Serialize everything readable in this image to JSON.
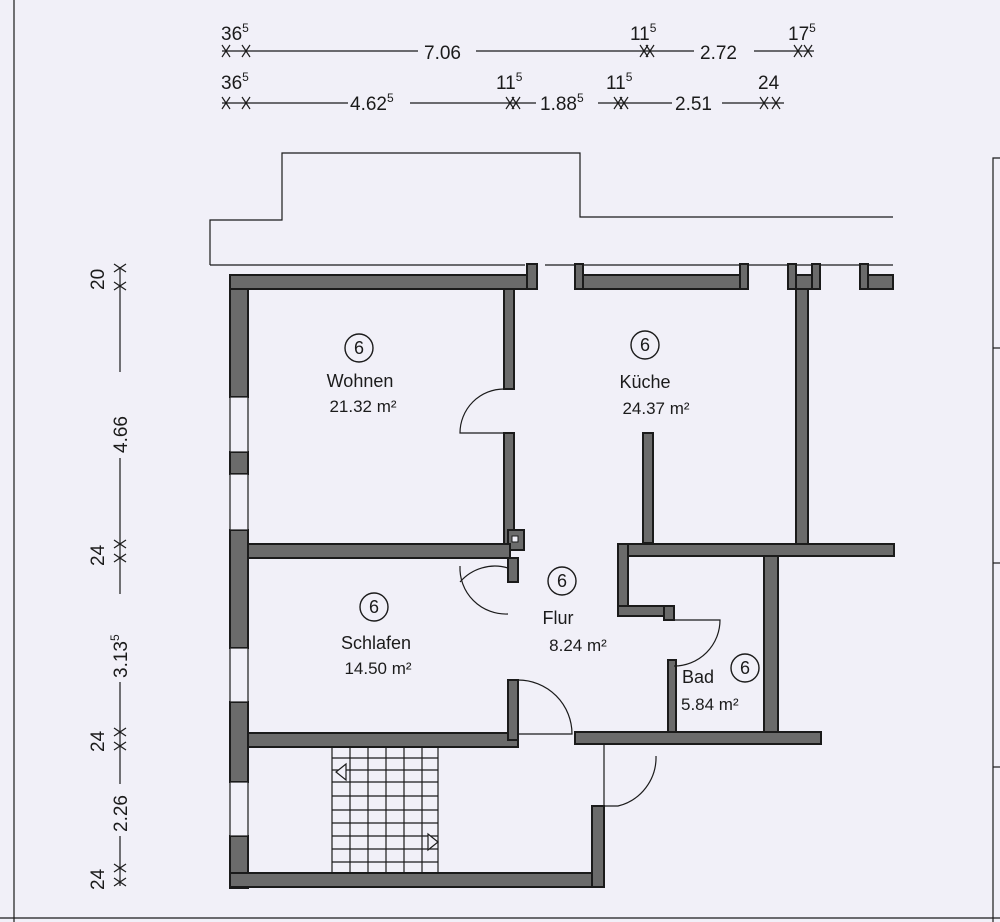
{
  "dimensions": {
    "top_row_1": [
      {
        "base": "36",
        "sup": "5"
      },
      {
        "base": "7.06",
        "sup": ""
      },
      {
        "base": "11",
        "sup": "5"
      },
      {
        "base": "2.72",
        "sup": ""
      },
      {
        "base": "17",
        "sup": "5"
      }
    ],
    "top_row_2": [
      {
        "base": "36",
        "sup": "5"
      },
      {
        "base": "4.62",
        "sup": "5"
      },
      {
        "base": "11",
        "sup": "5"
      },
      {
        "base": "1.88",
        "sup": "5"
      },
      {
        "base": "11",
        "sup": "5"
      },
      {
        "base": "2.51",
        "sup": ""
      },
      {
        "base": "24",
        "sup": ""
      }
    ],
    "left": [
      {
        "base": "20",
        "sup": ""
      },
      {
        "base": "4.66",
        "sup": ""
      },
      {
        "base": "24",
        "sup": ""
      },
      {
        "base": "3.13",
        "sup": "5"
      },
      {
        "base": "24",
        "sup": ""
      },
      {
        "base": "2.26",
        "sup": ""
      },
      {
        "base": "24",
        "sup": ""
      }
    ]
  },
  "rooms": {
    "wohnen": {
      "marker": "6",
      "name": "Wohnen",
      "area": "21.32 m²"
    },
    "kueche": {
      "marker": "6",
      "name": "Küche",
      "area": "24.37 m²"
    },
    "flur": {
      "marker": "6",
      "name": "Flur",
      "area": "8.24 m²"
    },
    "schlafen": {
      "marker": "6",
      "name": "Schlafen",
      "area": "14.50 m²"
    },
    "bad": {
      "marker": "6",
      "name": "Bad",
      "area": "5.84 m²"
    }
  }
}
